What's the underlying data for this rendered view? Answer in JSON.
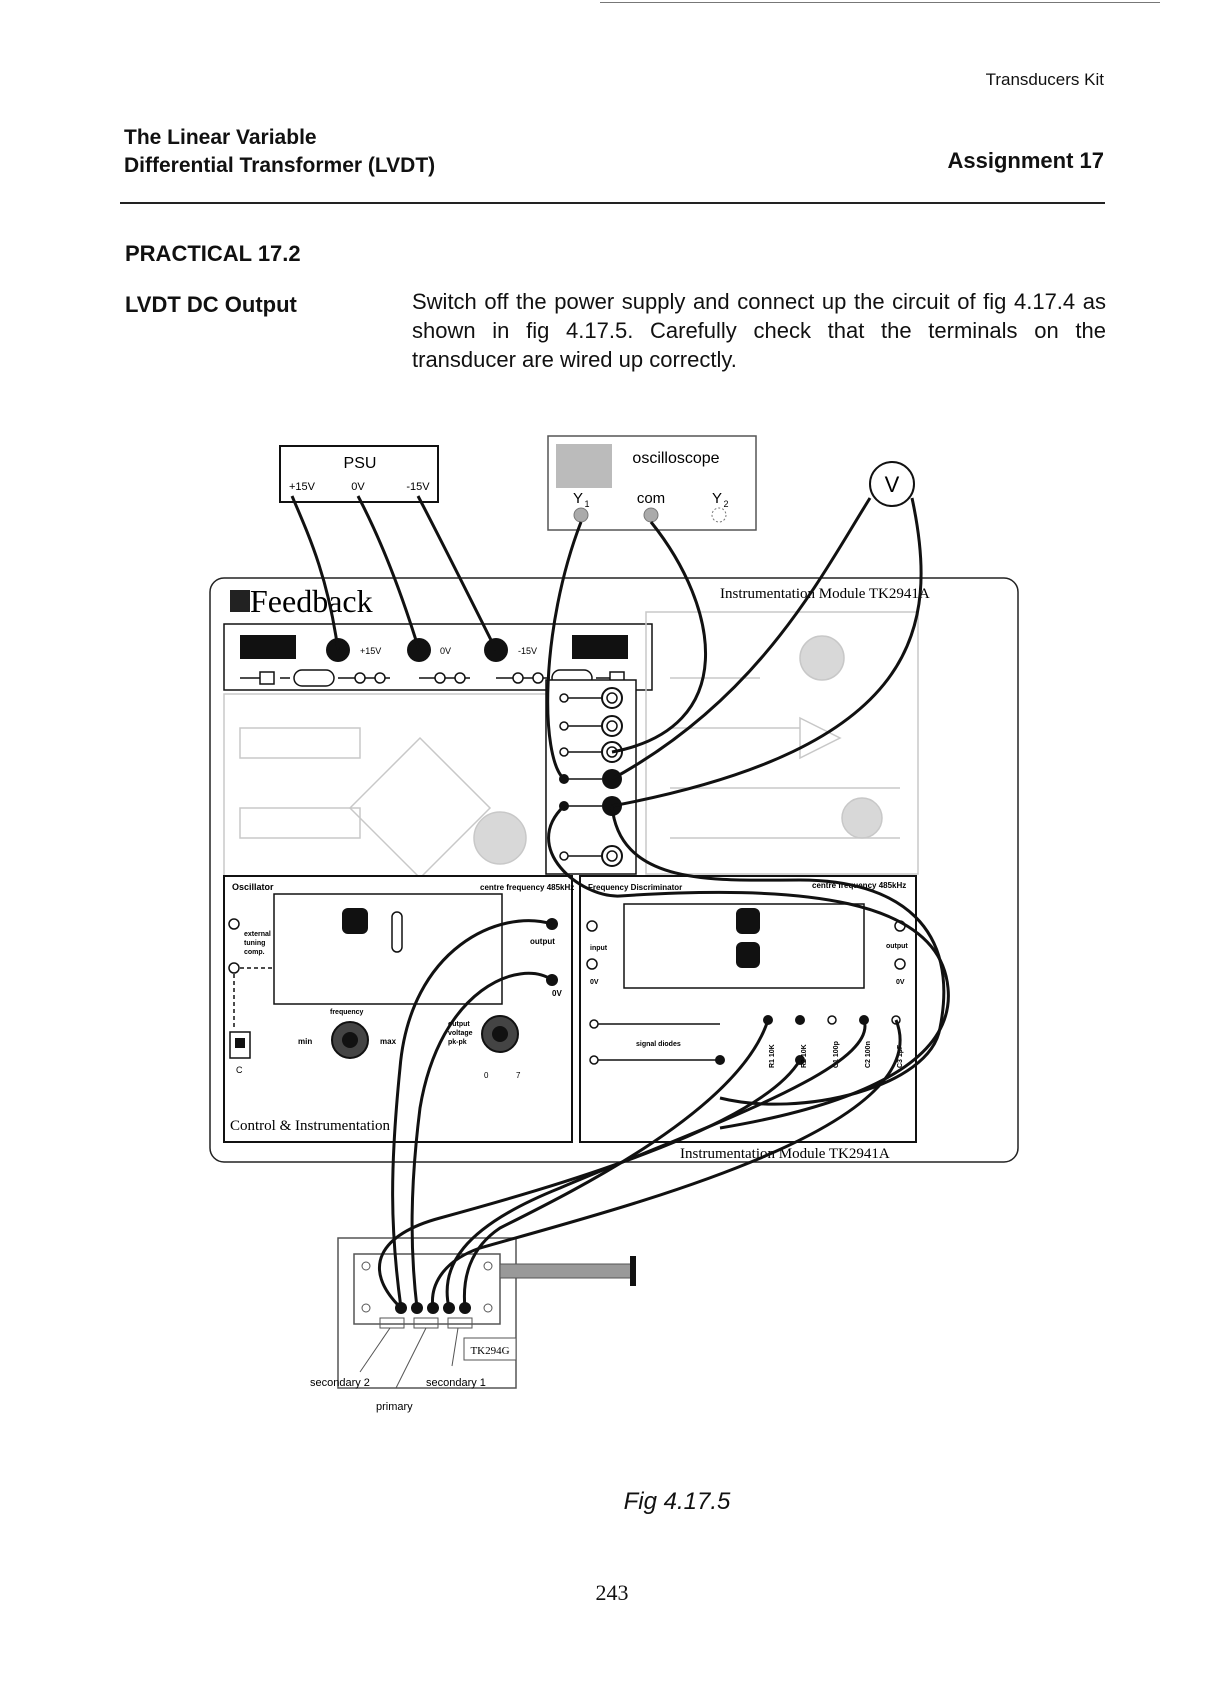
{
  "header": {
    "kit": "Transducers Kit",
    "title_line1": "The Linear Variable",
    "title_line2": "Differential Transformer (LVDT)",
    "assignment": "Assignment 17"
  },
  "section": {
    "practical": "PRACTICAL 17.2",
    "subheading": "LVDT DC Output",
    "instructions": "Switch off the power supply and connect up the circuit of fig 4.17.4 as shown in fig 4.17.5. Carefully check that the terminals on the transducer are wired up correctly."
  },
  "figure": {
    "psu": {
      "title": "PSU",
      "t1": "+15V",
      "t2": "0V",
      "t3": "-15V"
    },
    "scope": {
      "title": "oscilloscope",
      "y1": "Y",
      "y1_sub": "1",
      "com": "com",
      "y2": "Y",
      "y2_sub": "2"
    },
    "voltmeter": "V",
    "panel": {
      "brand": "Feedback",
      "module_top": "Instrumentation Module TK2941A",
      "rail_p15": "+15V",
      "rail_0v": "0V",
      "rail_m15": "-15V",
      "oscillator": "Oscillator",
      "centre_freq_left": "centre frequency 485kHz",
      "external_tuning": [
        "external",
        "tuning",
        "comp."
      ],
      "output_left": "output",
      "ov_left": "0V",
      "freq_label": "frequency",
      "min": "min",
      "max": "max",
      "output_voltage": [
        "output",
        "voltage",
        "pk-pk"
      ],
      "dial_0": "0",
      "dial_7": "7",
      "c_label": "C",
      "freq_disc": "Frequency Discriminator",
      "centre_freq_right": "centre frequency 485kHz",
      "input": "input",
      "ov_right_in": "0V",
      "output_right": "output",
      "ov_right_out": "0V",
      "signal_diodes": "signal diodes",
      "components": [
        "R1 10K",
        "R2 10K",
        "C1 100p",
        "C2 100n",
        "C3 1µF"
      ],
      "control": "Control & Instrumentation",
      "module_bottom": "Instrumentation Module TK2941A"
    },
    "lvdt": {
      "model": "TK294G",
      "secondary2": "secondary 2",
      "secondary1": "secondary 1",
      "primary": "primary"
    }
  },
  "caption": "Fig 4.17.5",
  "page_number": "243"
}
